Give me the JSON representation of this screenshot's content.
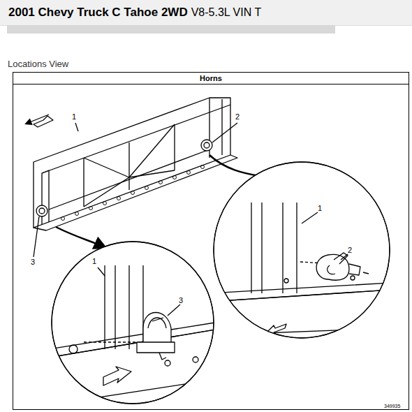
{
  "diagram": {
    "title": "2001 Chevy Truck C Tahoe 2WD",
    "nodes": [
      {
        "text": [
          "Horns"
        ]
      }
    ],
    "labels": [
      "V8-5.3L VIN T",
      "Locations View",
      "1",
      "2",
      "3",
      "1",
      "3",
      "1",
      "2",
      "349935"
    ]
  }
}
